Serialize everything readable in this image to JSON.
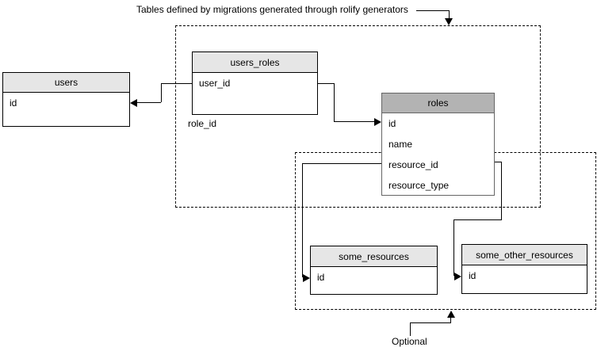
{
  "diagram": {
    "top_label": "Tables defined by migrations generated through rolify generators",
    "optional_label": "Optional",
    "role_id_label": "role_id",
    "colors": {
      "header_light": "#e6e6e6",
      "header_dark": "#b3b3b3",
      "line": "#000000",
      "roles_border": "#666666",
      "bg": "#ffffff"
    },
    "tables": {
      "users": {
        "name": "users",
        "fields": [
          "id"
        ]
      },
      "users_roles": {
        "name": "users_roles",
        "fields": [
          "user_id"
        ]
      },
      "roles": {
        "name": "roles",
        "fields": [
          "id",
          "name",
          "resource_id",
          "resource_type"
        ]
      },
      "some_resources": {
        "name": "some_resources",
        "fields": [
          "id"
        ]
      },
      "some_other_resources": {
        "name": "some_other_resources",
        "fields": [
          "id"
        ]
      }
    }
  }
}
